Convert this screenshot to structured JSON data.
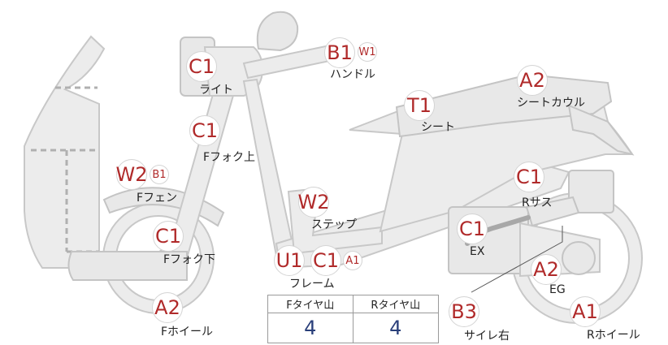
{
  "parts": [
    {
      "key": "light",
      "label": "ライト",
      "badges": [
        "C1"
      ]
    },
    {
      "key": "handle",
      "label": "ハンドル",
      "badges": [
        "B1",
        "W1"
      ]
    },
    {
      "key": "seat_cowl",
      "label": "シートカウル",
      "badges": [
        "A2"
      ]
    },
    {
      "key": "seat",
      "label": "シート",
      "badges": [
        "T1"
      ]
    },
    {
      "key": "ffork_upper",
      "label": "Fフォク上",
      "badges": [
        "C1"
      ]
    },
    {
      "key": "ffender",
      "label": "Fフェン",
      "badges": [
        "W2",
        "B1"
      ]
    },
    {
      "key": "step",
      "label": "ステップ",
      "badges": [
        "W2"
      ]
    },
    {
      "key": "rsus",
      "label": "Rサス",
      "badges": [
        "C1"
      ]
    },
    {
      "key": "ex",
      "label": "EX",
      "badges": [
        "C1"
      ]
    },
    {
      "key": "ffork_lower",
      "label": "Fフォク下",
      "badges": [
        "C1"
      ]
    },
    {
      "key": "frame",
      "label": "フレーム",
      "badges": [
        "U1",
        "C1",
        "A1"
      ]
    },
    {
      "key": "eg",
      "label": "EG",
      "badges": [
        "A2"
      ]
    },
    {
      "key": "fwheel",
      "label": "Fホイール",
      "badges": [
        "A2"
      ]
    },
    {
      "key": "muffler_right",
      "label": "サイレ右",
      "badges": [
        "B3"
      ]
    },
    {
      "key": "rwheel",
      "label": "Rホイール",
      "badges": [
        "A1"
      ]
    }
  ],
  "tread_table": {
    "headers": [
      "Fタイヤ山",
      "Rタイヤ山"
    ],
    "values": [
      "4",
      "4"
    ]
  },
  "colors": {
    "badge_text": "#b02a2a",
    "value_text": "#2a3f7a",
    "part_fill": "#e8e8e8"
  }
}
